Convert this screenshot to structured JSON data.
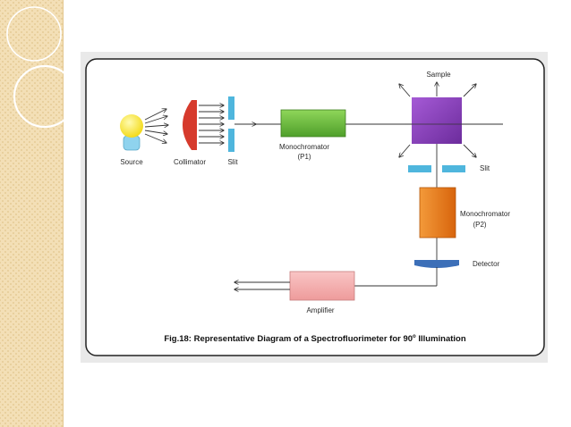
{
  "labels": {
    "source": "Source",
    "collimator": "Collimator",
    "slit1": "Slit",
    "mono1_line1": "Monochromator",
    "mono1_line2": "(P1)",
    "sample": "Sample",
    "slit2": "Slit",
    "mono2_line1": "Monochromator",
    "mono2_line2": "(P2)",
    "detector": "Detector",
    "amplifier": "Amplifier"
  },
  "caption": {
    "prefix": "Fig.18:",
    "text": " Representative Diagram of a Spectrofluorimeter for 90",
    "superscript": "o",
    "suffix": " Illumination"
  },
  "colors": {
    "source": "#f6e21f",
    "source_base": "#8fd3ee",
    "collimator": "#d63a2c",
    "slit": "#4fb6dd",
    "mono1": "#6cc33a",
    "sample": "#8c3fc0",
    "mono2": "#f07c17",
    "detector": "#3c6fb8",
    "amplifier": "#f3a9a9"
  }
}
